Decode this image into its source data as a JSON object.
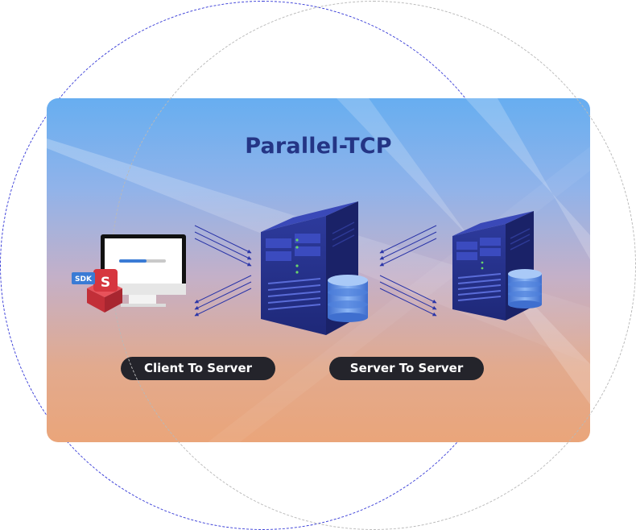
{
  "diagram": {
    "title": "Parallel-TCP",
    "sdk_badge": "SDK",
    "sdk_logo_letter": "S",
    "labels": {
      "client_to_server": "Client To Server",
      "server_to_server": "Server To Server"
    },
    "icons": [
      "monitor-icon",
      "sdk-box-icon",
      "server-tower-icon",
      "database-icon",
      "arrows-icon"
    ],
    "colors": {
      "title": "#243585",
      "pill_bg": "#24242b",
      "server": "#27348f",
      "database": "#5b8ee0",
      "sdk_red": "#d6363f",
      "sdk_badge": "#3a7bd5",
      "ring_blue": "#3b3fd8",
      "ring_gray": "#b9b9b9"
    }
  }
}
